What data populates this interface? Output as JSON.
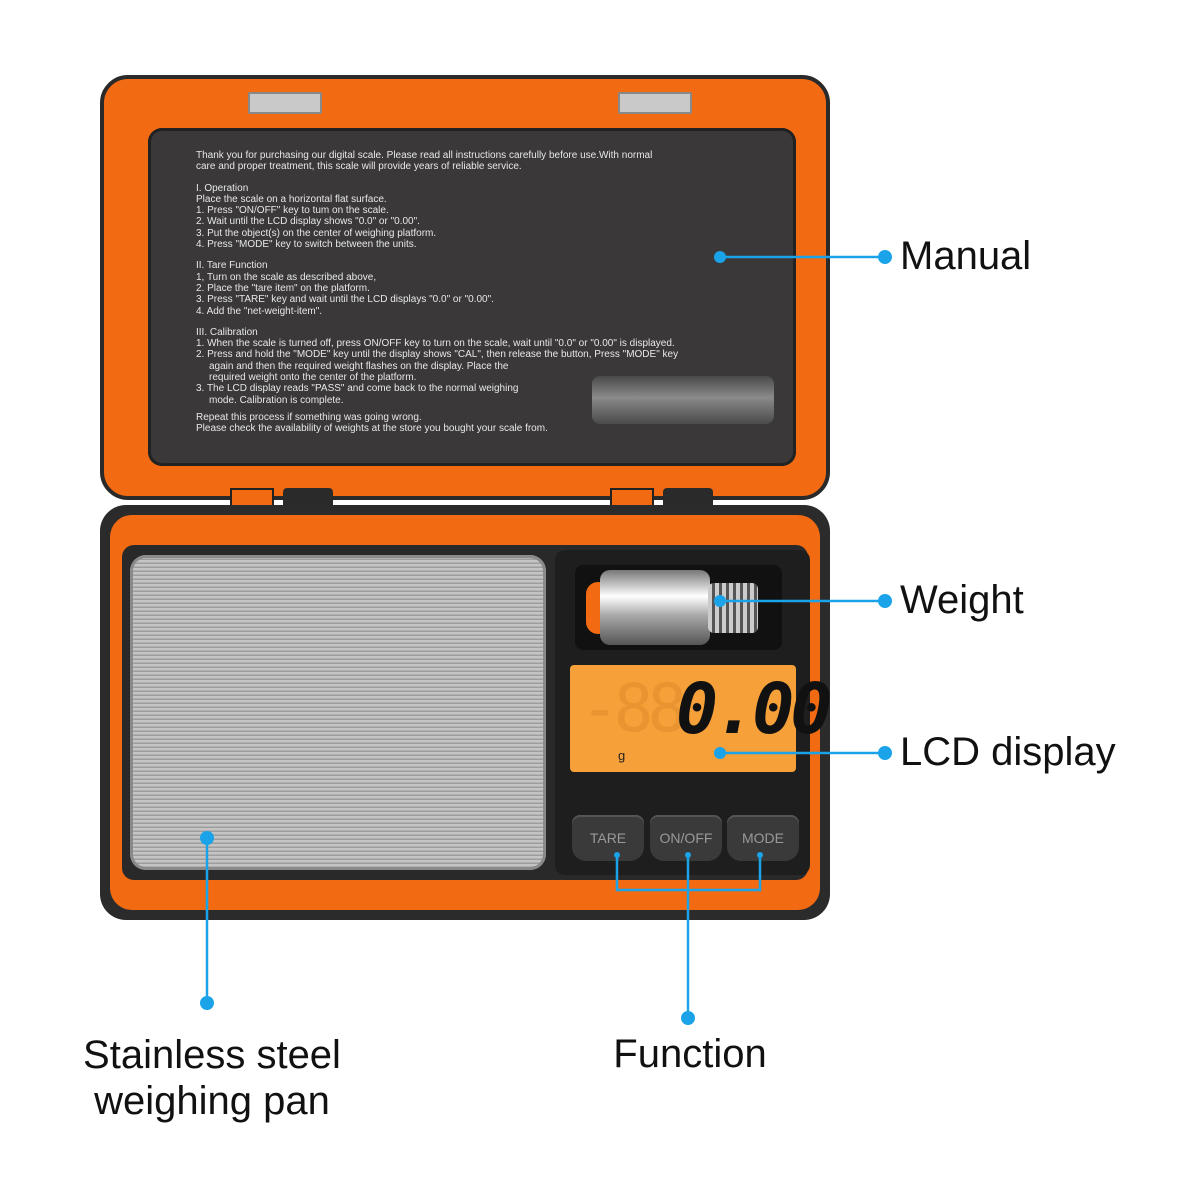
{
  "manual": {
    "intro": [
      "Thank you for purchasing our digital scale. Please read all instructions carefully before use.With normal",
      "care and proper treatment, this scale will provide years of reliable service."
    ],
    "sections": [
      {
        "title": "I. Operation",
        "lines": [
          "Place the scale on a horizontal flat surface.",
          "1. Press \"ON/OFF\" key to tum on the scale.",
          "2. Wait until the LCD display shows \"0.0\" or \"0.00\".",
          "3. Put the object(s) on the center of weighing platform.",
          "4. Press \"MODE\" key to switch between the units."
        ]
      },
      {
        "title": "II. Tare Function",
        "lines": [
          "1, Turn on the scale as described above,",
          "2. Place the \"tare item\" on the platform.",
          "3. Press \"TARE\" key and wait until the LCD displays \"0.0\" or \"0.00\".",
          "4. Add the \"net-weight-item\"."
        ]
      },
      {
        "title": "III. Calibration",
        "lines": [
          "1. When the scale is turned off, press ON/OFF key to turn on the scale, wait until \"0.0\" or \"0.00\" is displayed.",
          "2. Press and hold the \"MODE\" key until the display shows \"CAL\",  then release the button, Press \"MODE\" key",
          "again and then the required weight flashes on the display. Place the",
          "required weight onto the center of the platform.",
          "3. The LCD display reads \"PASS\" and come back to the normal weighing",
          "mode. Calibration is complete."
        ]
      }
    ],
    "outro": [
      "Repeat this process if something was going wrong.",
      "Please check the availability of weights at the store you bought your scale from."
    ]
  },
  "lcd": {
    "ghost": "-88",
    "value": "0.00",
    "unit": "g"
  },
  "buttons": {
    "tare": "TARE",
    "onoff": "ON/OFF",
    "mode": "MODE"
  },
  "callouts": {
    "manual": "Manual",
    "weight": "Weight",
    "lcd": "LCD display",
    "function": "Function",
    "pan_line1": "Stainless steel",
    "pan_line2": "weighing pan"
  },
  "colors": {
    "accent": "#1aa3e8",
    "body": "#f26a12",
    "lcd": "#f6a03a"
  }
}
